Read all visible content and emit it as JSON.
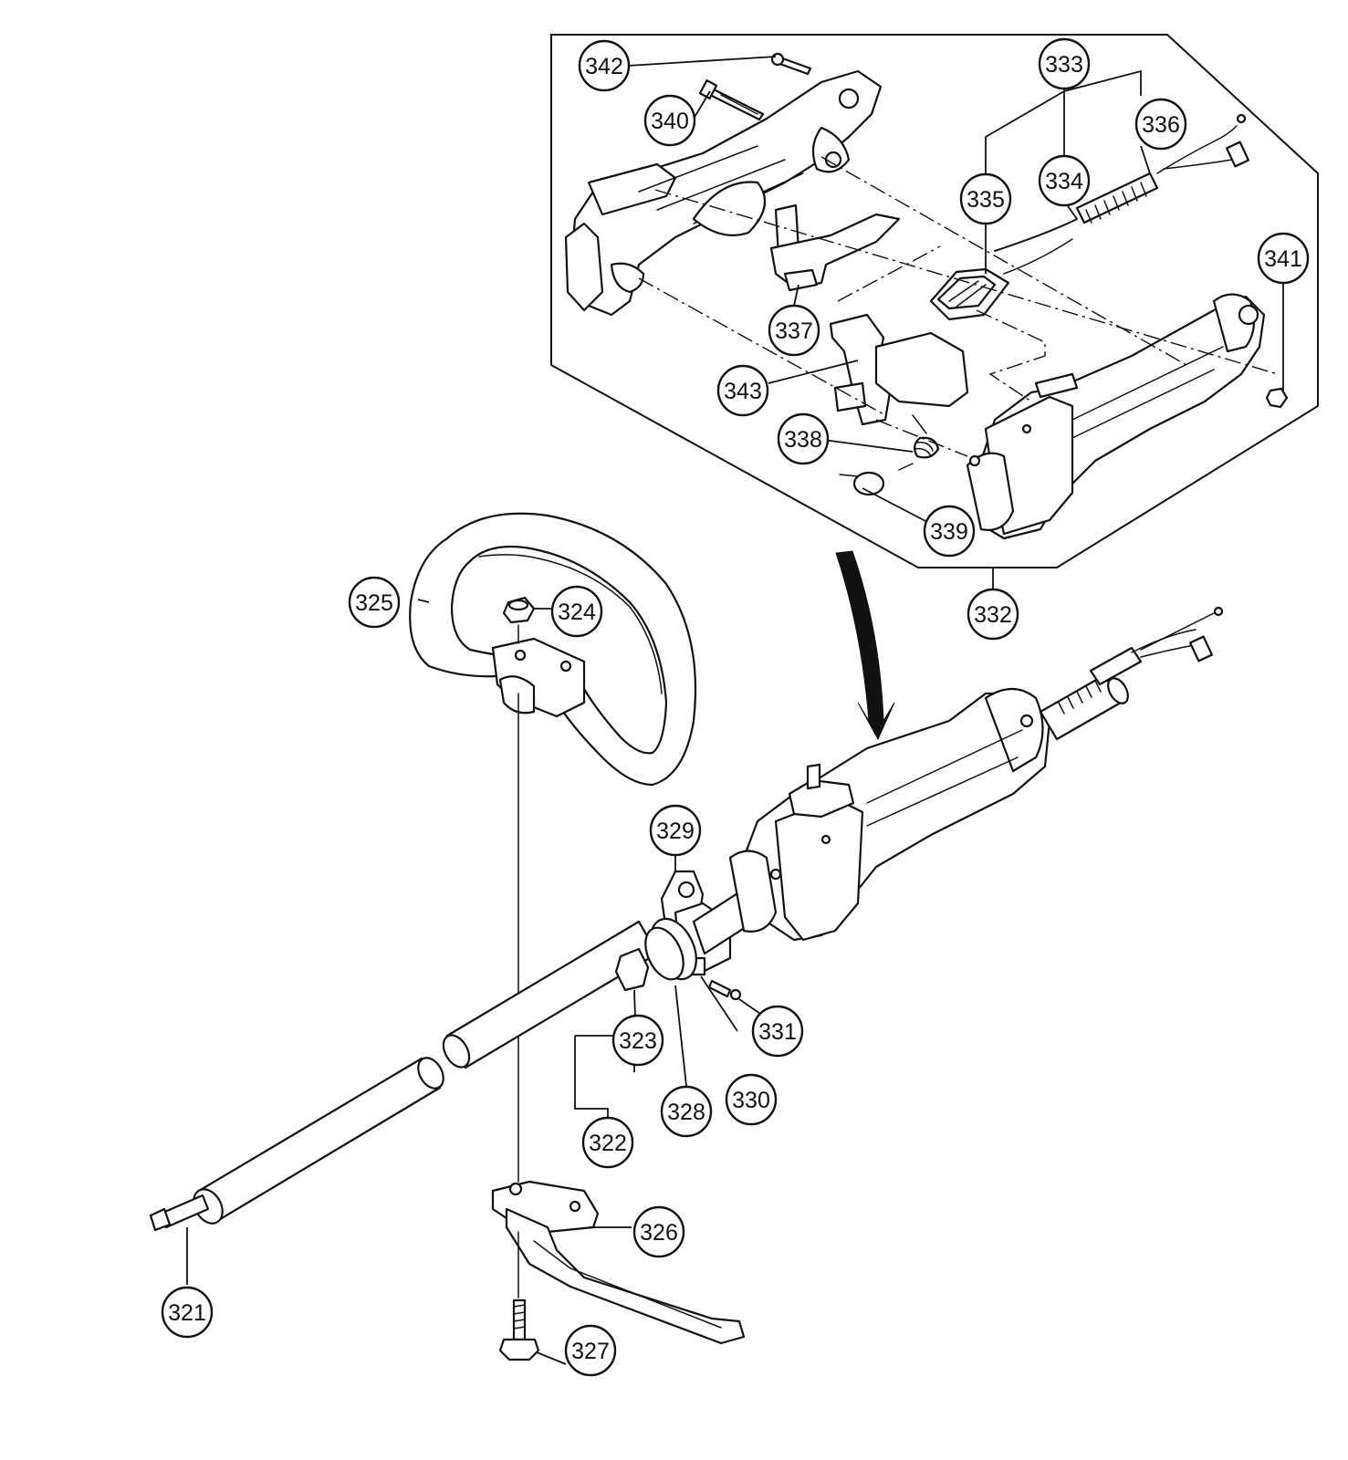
{
  "callouts": [
    {
      "id": "321",
      "label": "321"
    },
    {
      "id": "322",
      "label": "322"
    },
    {
      "id": "323",
      "label": "323"
    },
    {
      "id": "324",
      "label": "324"
    },
    {
      "id": "325",
      "label": "325"
    },
    {
      "id": "326",
      "label": "326"
    },
    {
      "id": "327",
      "label": "327"
    },
    {
      "id": "328",
      "label": "328"
    },
    {
      "id": "329",
      "label": "329"
    },
    {
      "id": "330",
      "label": "330"
    },
    {
      "id": "331",
      "label": "331"
    },
    {
      "id": "332",
      "label": "332"
    },
    {
      "id": "333",
      "label": "333"
    },
    {
      "id": "334",
      "label": "334"
    },
    {
      "id": "335",
      "label": "335"
    },
    {
      "id": "336",
      "label": "336"
    },
    {
      "id": "337",
      "label": "337"
    },
    {
      "id": "338",
      "label": "338"
    },
    {
      "id": "339",
      "label": "339"
    },
    {
      "id": "340",
      "label": "340"
    },
    {
      "id": "341",
      "label": "341"
    },
    {
      "id": "342",
      "label": "342"
    },
    {
      "id": "343",
      "label": "343"
    }
  ]
}
